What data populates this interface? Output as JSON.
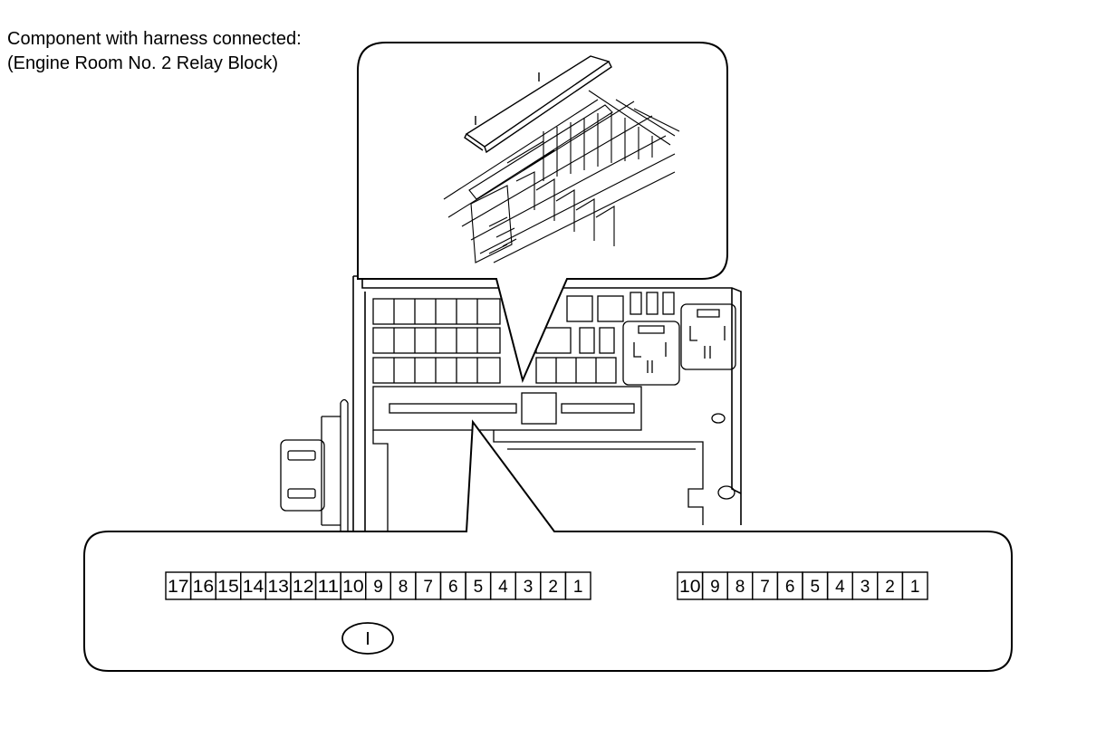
{
  "caption": {
    "line1": "Component with harness connected:",
    "line2": "(Engine Room No. 2 Relay Block)"
  },
  "connector_left": {
    "pins": [
      "17",
      "16",
      "15",
      "14",
      "13",
      "12",
      "11",
      "10",
      "9",
      "8",
      "7",
      "6",
      "5",
      "4",
      "3",
      "2",
      "1"
    ],
    "marker": "I"
  },
  "connector_right": {
    "pins": [
      "10",
      "9",
      "8",
      "7",
      "6",
      "5",
      "4",
      "3",
      "2",
      "1"
    ]
  },
  "colors": {
    "line": "#000000",
    "background": "#ffffff"
  }
}
